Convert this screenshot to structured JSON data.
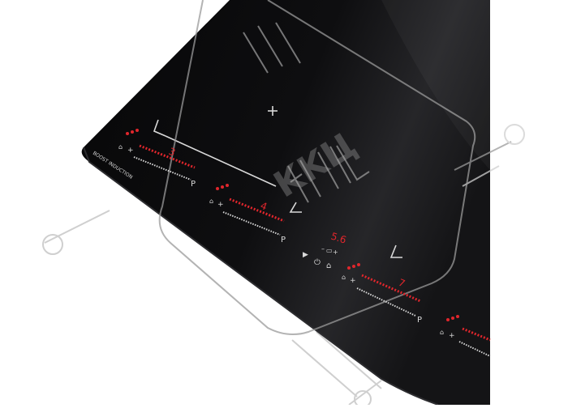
{
  "image": {
    "subject": "induction cooktop corner",
    "brand_text": "BOOST INDUCTION",
    "watermark_text": "KKЦ",
    "colors": {
      "background": "#ffffff",
      "glass": "#0b0b0c",
      "glass_highlight": "#2a2a2d",
      "indicator_red": "#e0262c",
      "print_white": "#d9d9d9",
      "watermark": "#c8c8c8"
    }
  },
  "zones": [
    {
      "name": "zone-front-left",
      "level": "3"
    },
    {
      "name": "zone-rear-left",
      "level": "4"
    },
    {
      "name": "zone-front-right",
      "level": "7"
    }
  ],
  "timer": {
    "display": "5.6",
    "minus": "–",
    "plus": "+"
  },
  "booster_label": "P",
  "icons": [
    "play-icon",
    "power-icon",
    "lock-icon",
    "pan-icon",
    "flame-icon"
  ]
}
